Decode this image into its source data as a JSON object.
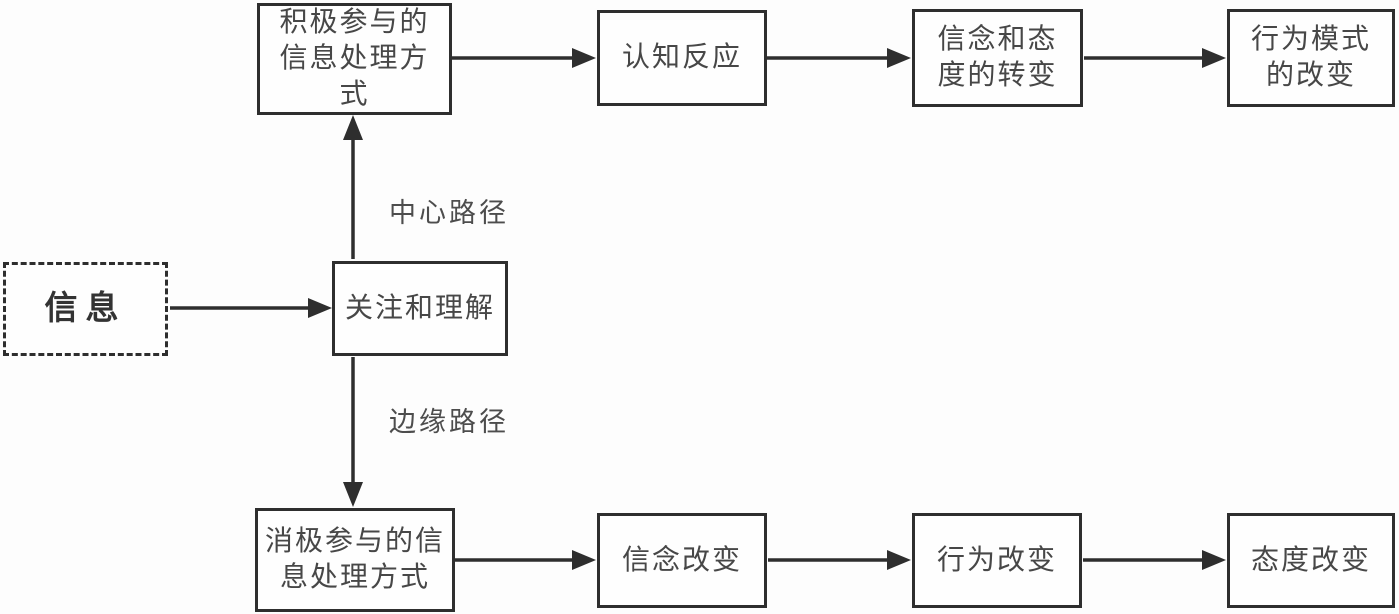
{
  "diagram": {
    "type": "flowchart",
    "nodes": {
      "info": {
        "label": "信息",
        "shape": "dashed-rect"
      },
      "attention": {
        "label": "关注和理解",
        "shape": "rect"
      },
      "active_processing": {
        "label": "积极参与的\n信息处理方\n式",
        "shape": "rect"
      },
      "cognitive_response": {
        "label": "认知反应",
        "shape": "rect"
      },
      "belief_attitude_shift": {
        "label": "信念和态\n度的转变",
        "shape": "rect"
      },
      "behavior_pattern_change": {
        "label": "行为模式\n的改变",
        "shape": "rect"
      },
      "passive_processing": {
        "label": "消极参与的信\n息处理方式",
        "shape": "rect"
      },
      "belief_change": {
        "label": "信念改变",
        "shape": "rect"
      },
      "behavior_change": {
        "label": "行为改变",
        "shape": "rect"
      },
      "attitude_change": {
        "label": "态度改变",
        "shape": "rect"
      }
    },
    "edge_labels": {
      "central_route": "中心路径",
      "peripheral_route": "边缘路径"
    },
    "edges": [
      {
        "from": "info",
        "to": "attention",
        "label": ""
      },
      {
        "from": "attention",
        "to": "active_processing",
        "label": "中心路径"
      },
      {
        "from": "attention",
        "to": "passive_processing",
        "label": "边缘路径"
      },
      {
        "from": "active_processing",
        "to": "cognitive_response",
        "label": ""
      },
      {
        "from": "cognitive_response",
        "to": "belief_attitude_shift",
        "label": ""
      },
      {
        "from": "belief_attitude_shift",
        "to": "behavior_pattern_change",
        "label": ""
      },
      {
        "from": "passive_processing",
        "to": "belief_change",
        "label": ""
      },
      {
        "from": "belief_change",
        "to": "behavior_change",
        "label": ""
      },
      {
        "from": "behavior_change",
        "to": "attitude_change",
        "label": ""
      }
    ],
    "colors": {
      "line": "#2e2e2e",
      "text": "#474747",
      "background": "#fdfdfd"
    }
  }
}
